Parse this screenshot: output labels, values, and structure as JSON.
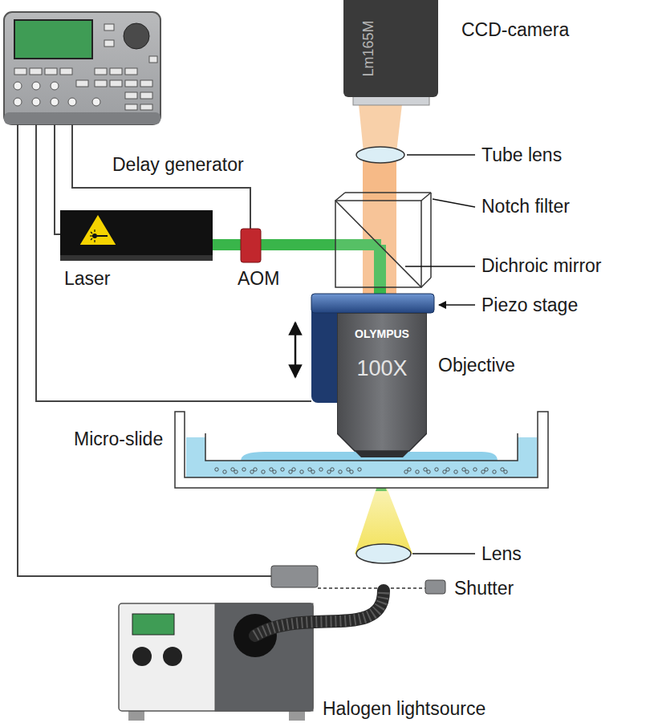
{
  "diagram": {
    "nodes": [
      {
        "text": [
          "Lm165M"
        ]
      },
      {
        "text": [
          "OLYMPUS",
          "100X"
        ]
      }
    ],
    "labels": [
      "CCD-camera",
      "Tube lens",
      "Notch filter",
      "Dichroic mirror",
      "Delay generator",
      "Laser",
      "AOM",
      "Piezo stage",
      "Objective",
      "Micro-slide",
      "Lens",
      "Shutter",
      "Halogen lightsource"
    ]
  }
}
